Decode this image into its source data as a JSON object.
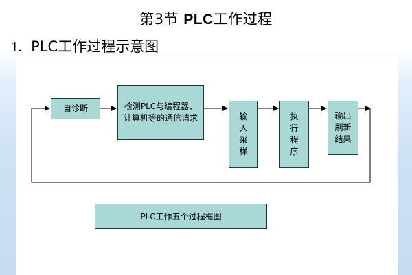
{
  "slide": {
    "title_prefix": "第3节 ",
    "title_latin": "PLC",
    "title_suffix": "工作过程",
    "heading_number": "1.",
    "heading_text": "PLC工作过程示意图"
  },
  "diagram": {
    "nodes": [
      {
        "id": "self-diagnose",
        "label": "自诊断"
      },
      {
        "id": "check-comm",
        "label": "检测PLC与编程器、计算机等的通信请求"
      },
      {
        "id": "io-sample",
        "label": "输入采样"
      },
      {
        "id": "execute",
        "label": "执行程序"
      },
      {
        "id": "output-refresh",
        "label": "输出刷新结果"
      }
    ],
    "caption": "PLC工作五个过程框图"
  },
  "colors": {
    "box_fill": "#a9d8d6",
    "box_border": "#1f3b3b",
    "line": "#000000"
  }
}
